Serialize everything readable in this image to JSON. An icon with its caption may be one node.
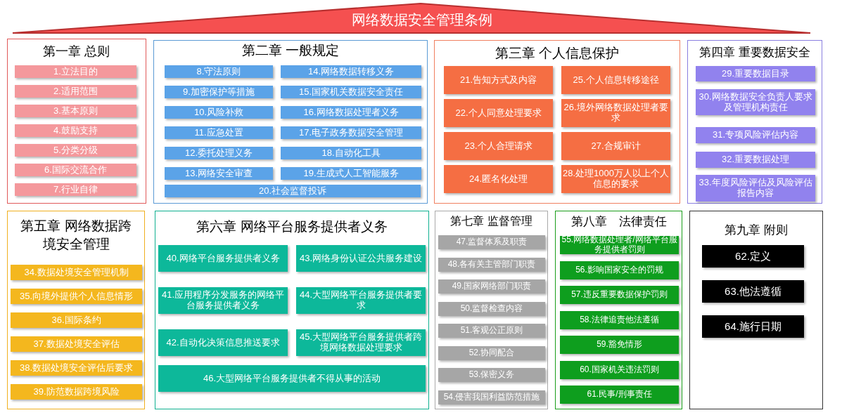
{
  "diagram": {
    "title": "网络数据安全管理条例",
    "nodes": [
      {
        "text": [
          "第一章 总则"
        ]
      },
      {
        "text": [
          "1.立法目的"
        ],
        "in": 0
      },
      {
        "text": [
          "2.适用范围"
        ],
        "in": 0
      },
      {
        "text": [
          "3.基本原则"
        ],
        "in": 0
      },
      {
        "text": [
          "4.鼓励支持"
        ],
        "in": 0
      },
      {
        "text": [
          "5.分类分级"
        ],
        "in": 0
      },
      {
        "text": [
          "6.国际交流合作"
        ],
        "in": 0
      },
      {
        "text": [
          "7.行业自律"
        ],
        "in": 0
      },
      {
        "text": [
          "第二章 一般规定"
        ]
      },
      {
        "text": [
          "8.守法原则"
        ],
        "in": 8
      },
      {
        "text": [
          "9.加密保护等措施"
        ],
        "in": 8
      },
      {
        "text": [
          "10.风险补救"
        ],
        "in": 8
      },
      {
        "text": [
          "11.应急处置"
        ],
        "in": 8
      },
      {
        "text": [
          "12.委托处理义务"
        ],
        "in": 8
      },
      {
        "text": [
          "13.网络安全审查"
        ],
        "in": 8
      },
      {
        "text": [
          "14.网络数据转移义务"
        ],
        "in": 8
      },
      {
        "text": [
          "15.国家机关数据安全责任"
        ],
        "in": 8
      },
      {
        "text": [
          "16.网络数据处理者义务"
        ],
        "in": 8
      },
      {
        "text": [
          "17.电子政务数据安全管理"
        ],
        "in": 8
      },
      {
        "text": [
          "18.自动化工具"
        ],
        "in": 8
      },
      {
        "text": [
          "19.生成式人工智能服务"
        ],
        "in": 8
      },
      {
        "text": [
          "20.社会监督投诉"
        ],
        "in": 8
      },
      {
        "text": [
          "第三章 个人信息保护"
        ]
      },
      {
        "text": [
          "21.告知方式及内容"
        ],
        "in": 22
      },
      {
        "text": [
          "22.个人同意处理要求"
        ],
        "in": 22
      },
      {
        "text": [
          "23.个人合理请求"
        ],
        "in": 22
      },
      {
        "text": [
          "24.匿名化处理"
        ],
        "in": 22
      },
      {
        "text": [
          "25.个人信息转移途径"
        ],
        "in": 22
      },
      {
        "text": [
          "26.境外网络数据处理者要求"
        ],
        "in": 22
      },
      {
        "text": [
          "27.合规审计"
        ],
        "in": 22
      },
      {
        "text": [
          "28.处理1000万人以上个人信息的要求"
        ],
        "in": 22
      },
      {
        "text": [
          "第四章 重要数据安全"
        ]
      },
      {
        "text": [
          "29.重要数据目录"
        ],
        "in": 31
      },
      {
        "text": [
          "30.网络数据安全负责人要求及管理机构责任"
        ],
        "in": 31
      },
      {
        "text": [
          "31.专项风险评估内容"
        ],
        "in": 31
      },
      {
        "text": [
          "32.重要数据处理"
        ],
        "in": 31
      },
      {
        "text": [
          "33.年度风险评估及风险评估报告内容"
        ],
        "in": 31
      },
      {
        "text": [
          "第五章 网络数据跨境安全管理"
        ]
      },
      {
        "text": [
          "34.数据处境安全管理机制"
        ],
        "in": 37
      },
      {
        "text": [
          "35.向境外提供个人信息情形"
        ],
        "in": 37
      },
      {
        "text": [
          "36.国际条约"
        ],
        "in": 37
      },
      {
        "text": [
          "37.数据处境安全评估"
        ],
        "in": 37
      },
      {
        "text": [
          "38.数据处境安全评估后要求"
        ],
        "in": 37
      },
      {
        "text": [
          "39.防范数据跨境风险"
        ],
        "in": 37
      },
      {
        "text": [
          "第六章 网络平台服务提供者义务"
        ]
      },
      {
        "text": [
          "40.网络平台服务提供者义务"
        ],
        "in": 44
      },
      {
        "text": [
          "41.应用程序分发服务的网络平台服务提供者义务"
        ],
        "in": 44
      },
      {
        "text": [
          "42.自动化决策信息推送要求"
        ],
        "in": 44
      },
      {
        "text": [
          "43.网络身份认证公共服务建设"
        ],
        "in": 44
      },
      {
        "text": [
          "44.大型网络平台服务提供者要求"
        ],
        "in": 44
      },
      {
        "text": [
          "45.大型网络平台服务提供者跨境网络数据处理要求"
        ],
        "in": 44
      },
      {
        "text": [
          "46.大型网络平台服务提供者不得从事的活动"
        ],
        "in": 44
      },
      {
        "text": [
          "第七章 监督管理"
        ]
      },
      {
        "text": [
          "47.监督体系及职责"
        ],
        "in": 52
      },
      {
        "text": [
          "48.各有关主管部门职责"
        ],
        "in": 52
      },
      {
        "text": [
          "49.国家网络部门职责"
        ],
        "in": 52
      },
      {
        "text": [
          "50.监督检查内容"
        ],
        "in": 52
      },
      {
        "text": [
          "51.客观公正原则"
        ],
        "in": 52
      },
      {
        "text": [
          "52.协同配合"
        ],
        "in": 52
      },
      {
        "text": [
          "53.保密义务"
        ],
        "in": 52
      },
      {
        "text": [
          "54.侵害我国利益防范措施"
        ],
        "in": 52
      },
      {
        "text": [
          "第八章　法律责任"
        ]
      },
      {
        "text": [
          "55.网络数据处理者/网络平台服务提供者罚则"
        ],
        "in": 61
      },
      {
        "text": [
          "56.影响国家安全的罚规"
        ],
        "in": 61
      },
      {
        "text": [
          "57.违反重要数据保护罚则"
        ],
        "in": 61
      },
      {
        "text": [
          "58.法律追责他法遵循"
        ],
        "in": 61
      },
      {
        "text": [
          "59.豁免情形"
        ],
        "in": 61
      },
      {
        "text": [
          "60.国家机关违法罚则"
        ],
        "in": 61
      },
      {
        "text": [
          "61.民事/刑事责任"
        ],
        "in": 61
      },
      {
        "text": [
          "第九章 附则"
        ]
      },
      {
        "text": [
          "62.定义"
        ],
        "in": 69
      },
      {
        "text": [
          "63.他法遵循"
        ],
        "in": 69
      },
      {
        "text": [
          "64.施行日期"
        ],
        "in": 69
      }
    ]
  }
}
